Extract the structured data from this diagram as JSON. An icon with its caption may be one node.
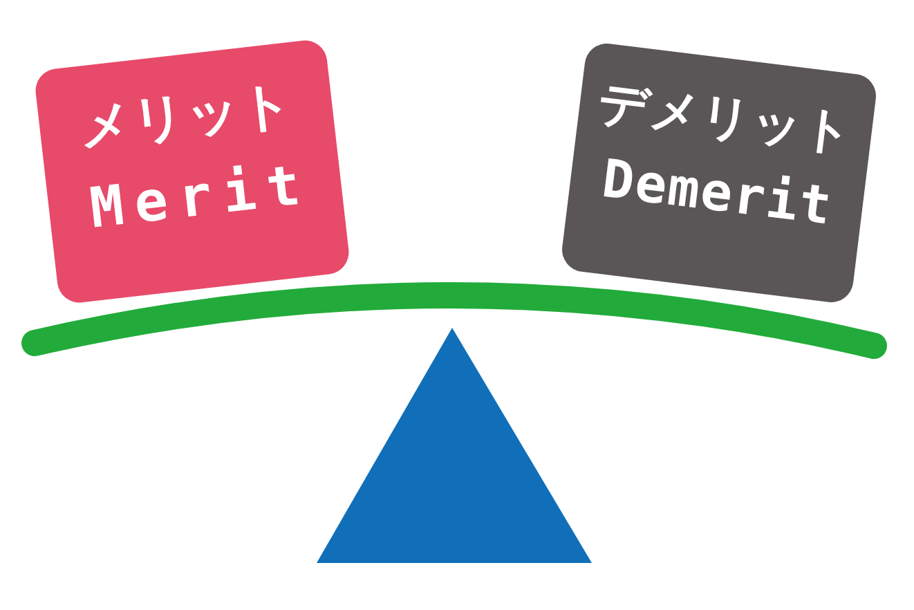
{
  "diagram": {
    "nodes": [
      {
        "text": [
          "メリット",
          "Merit"
        ]
      },
      {
        "text": [
          "デメリット",
          "Demerit"
        ]
      }
    ]
  }
}
